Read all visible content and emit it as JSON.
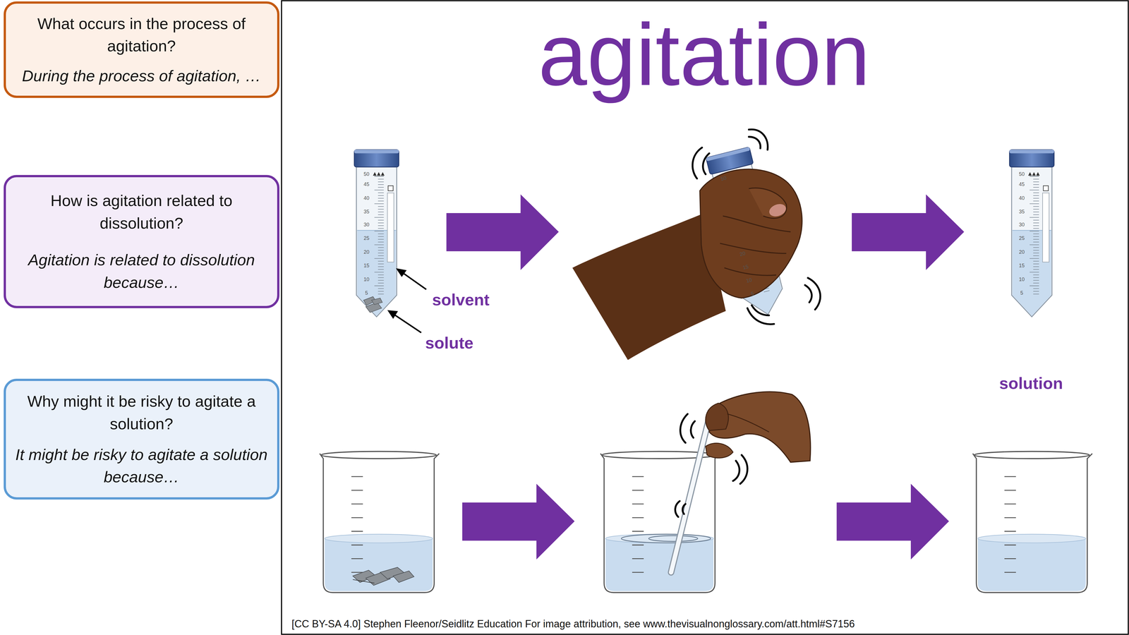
{
  "diagram": {
    "title": "agitation",
    "caption": "[CC BY-SA 4.0] Stephen Fleenor/Seidlitz Education For image attribution, see www.thevisualnonglossary.com/att.html#S7156",
    "nodes": [
      {
        "text": [
          "What occurs in the process of agitation?",
          "During the process of agitation, …"
        ]
      },
      {
        "text": [
          "How is agitation related to dissolution?",
          "Agitation is related to dissolution because…"
        ]
      },
      {
        "text": [
          "Why might it be risky to agitate a solution?",
          "It might be risky to agitate a solution because…"
        ]
      }
    ],
    "labels": [
      "solvent",
      "solute",
      "solution",
      "50",
      "45",
      "40",
      "35",
      "30",
      "25",
      "20",
      "15",
      "10",
      "5",
      "50",
      "45",
      "40",
      "35",
      "30",
      "25",
      "20",
      "15",
      "10",
      "5",
      "50",
      "20",
      "15",
      "10",
      "5"
    ]
  }
}
